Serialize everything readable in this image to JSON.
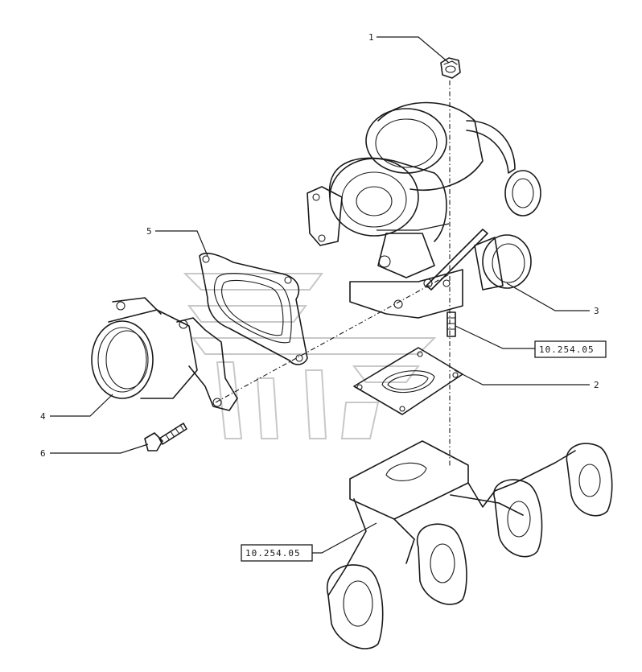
{
  "callouts": [
    {
      "id": "nut",
      "label": "1"
    },
    {
      "id": "gasket-lower",
      "label": "2"
    },
    {
      "id": "turbocharger",
      "label": "3"
    },
    {
      "id": "outlet-elbow",
      "label": "4"
    },
    {
      "id": "gasket-upper",
      "label": "5"
    },
    {
      "id": "bolt",
      "label": "6"
    }
  ],
  "references": [
    {
      "id": "ref-stud",
      "label": "10.254.05"
    },
    {
      "id": "ref-manifold",
      "label": "10.254.05"
    }
  ]
}
